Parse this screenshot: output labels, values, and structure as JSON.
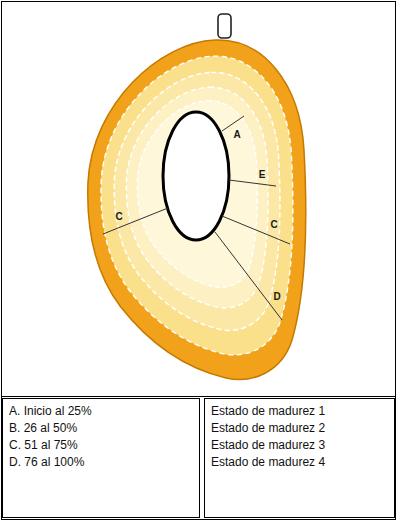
{
  "diagram": {
    "nodes": [
      {
        "text": [
          "A. Inicio al 25%",
          "B. 26 al 50%",
          "C. 51 al 75%",
          "D. 76 al 100%"
        ]
      },
      {
        "text": [
          "Estado de madurez 1",
          "Estado de madurez 2",
          "Estado de madurez 3",
          "Estado de madurez 4"
        ]
      }
    ],
    "labels": [
      "A",
      "E",
      "C",
      "D",
      "C"
    ]
  }
}
